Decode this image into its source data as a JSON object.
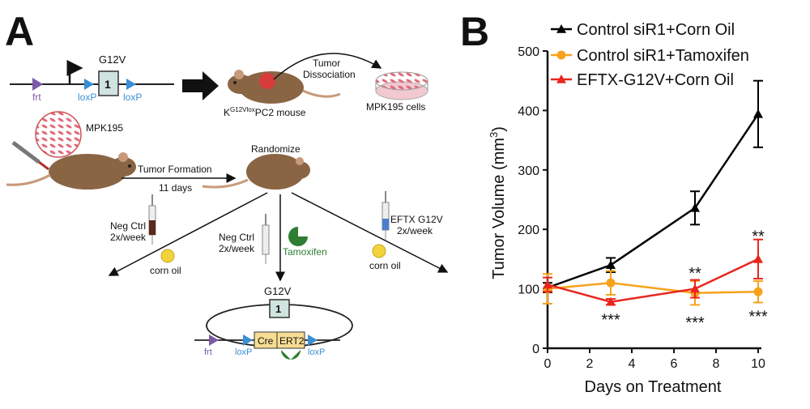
{
  "panel_a": {
    "label": "A",
    "construct_top": {
      "frt": "frt",
      "mutation": "G12V",
      "exon": "1",
      "loxp_left": "loxP",
      "loxp_right": "loxP"
    },
    "mouse_label_prefix": "K",
    "mouse_label_sup": "G12Vlox",
    "mouse_label_suffix": "PC2 mouse",
    "tumor_dissociation_line1": "Tumor",
    "tumor_dissociation_line2": "Dissociation",
    "cells_label": "MPK195 cells",
    "mpk195_label": "MPK195",
    "tumor_formation": "Tumor Formation",
    "days": "11 days",
    "randomize": "Randomize",
    "neg_ctrl_1_line1": "Neg Ctrl",
    "neg_ctrl_1_line2": "2x/week",
    "neg_ctrl_2_line1": "Neg Ctrl",
    "neg_ctrl_2_line2": "2x/week",
    "eftx_line1": "EFTX G12V",
    "eftx_line2": "2x/week",
    "corn_oil_1": "corn oil",
    "corn_oil_2": "corn oil",
    "tamoxifen": "Tamoxifen",
    "construct_bottom": {
      "mutation": "G12V",
      "exon": "1",
      "frt": "frt",
      "loxp_left": "loxP",
      "loxp_right": "loxP",
      "cre": "Cre",
      "ert2": "ERT2"
    }
  },
  "panel_b": {
    "label": "B"
  },
  "chart_data": {
    "type": "line",
    "xlabel": "Days on Treatment",
    "ylabel_prefix": "Tumor Volume (mm",
    "ylabel_sup": "3",
    "ylabel_suffix": ")",
    "xlim": [
      0,
      10
    ],
    "ylim": [
      0,
      500
    ],
    "xticks": [
      0,
      2,
      4,
      6,
      8,
      10
    ],
    "yticks": [
      0,
      100,
      200,
      300,
      400,
      500
    ],
    "grid": false,
    "legend_position": "top-left",
    "series": [
      {
        "name": "Control siR1+Corn Oil",
        "color": "#000000",
        "marker": "triangle",
        "x": [
          0,
          3,
          7,
          10
        ],
        "y": [
          102,
          140,
          236,
          394
        ],
        "err": [
          8,
          12,
          28,
          56
        ]
      },
      {
        "name": "Control siR1+Tamoxifen",
        "color": "#f7a21b",
        "marker": "circle",
        "x": [
          0,
          3,
          7,
          10
        ],
        "y": [
          100,
          110,
          93,
          95
        ],
        "err": [
          25,
          20,
          20,
          18
        ]
      },
      {
        "name": "EFTX-G12V+Corn Oil",
        "color": "#e8261c",
        "marker": "triangle",
        "x": [
          0,
          3,
          7,
          10
        ],
        "y": [
          107,
          78,
          100,
          150
        ],
        "err": [
          12,
          5,
          15,
          33
        ]
      }
    ],
    "annotations": [
      {
        "text": "***",
        "x": 3,
        "y": 50
      },
      {
        "text": "**",
        "x": 7,
        "y": 128
      },
      {
        "text": "***",
        "x": 7,
        "y": 45
      },
      {
        "text": "**",
        "x": 10,
        "y": 190
      },
      {
        "text": "***",
        "x": 10,
        "y": 55
      }
    ]
  }
}
